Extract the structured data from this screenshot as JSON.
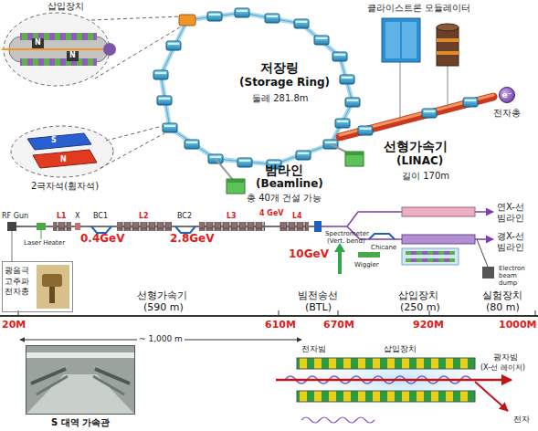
{
  "diagram": {
    "nodes": [
      {
        "text": [
          "e⁻"
        ]
      },
      {
        "text": [
          "광음극 고주파 전자총"
        ]
      },
      {
        "text": [
          "S 대역 가속관"
        ]
      }
    ],
    "labels": [
      "삽입장치",
      "N",
      "N",
      "저장링",
      "(Storage Ring)",
      "둘레 281.8m",
      "클라이스트론 모듈레이터",
      "선형가속기",
      "(LINAC)",
      "길이 170m",
      "전자총",
      "빔라인",
      "(Beamline)",
      "총 40개 건설 가능",
      "2극자석(휨자석)",
      "S",
      "N",
      "RF Gun",
      "L1",
      "X",
      "BC1",
      "L2",
      "BC2",
      "L3",
      "4 GeV",
      "L4",
      "Spectrometer",
      "(Vert. bend)",
      "0.4GeV",
      "2.8GeV",
      "10GeV",
      "Laser Heater",
      "Chicane",
      "Wiggler",
      "연X-선 빔라인",
      "경X-선 빔라인",
      "Electron beam dump",
      "선형가속기",
      "(590 m)",
      "빔전송선",
      "(BTL)",
      "삽입장치",
      "(250 m)",
      "실험장치",
      "(80 m)",
      "20M",
      "610M",
      "670M",
      "920M",
      "1000M",
      "~ 1,000 m",
      "전자빔",
      "삽입장치",
      "광자빔",
      "(X-선 레이저)",
      "전자"
    ]
  }
}
